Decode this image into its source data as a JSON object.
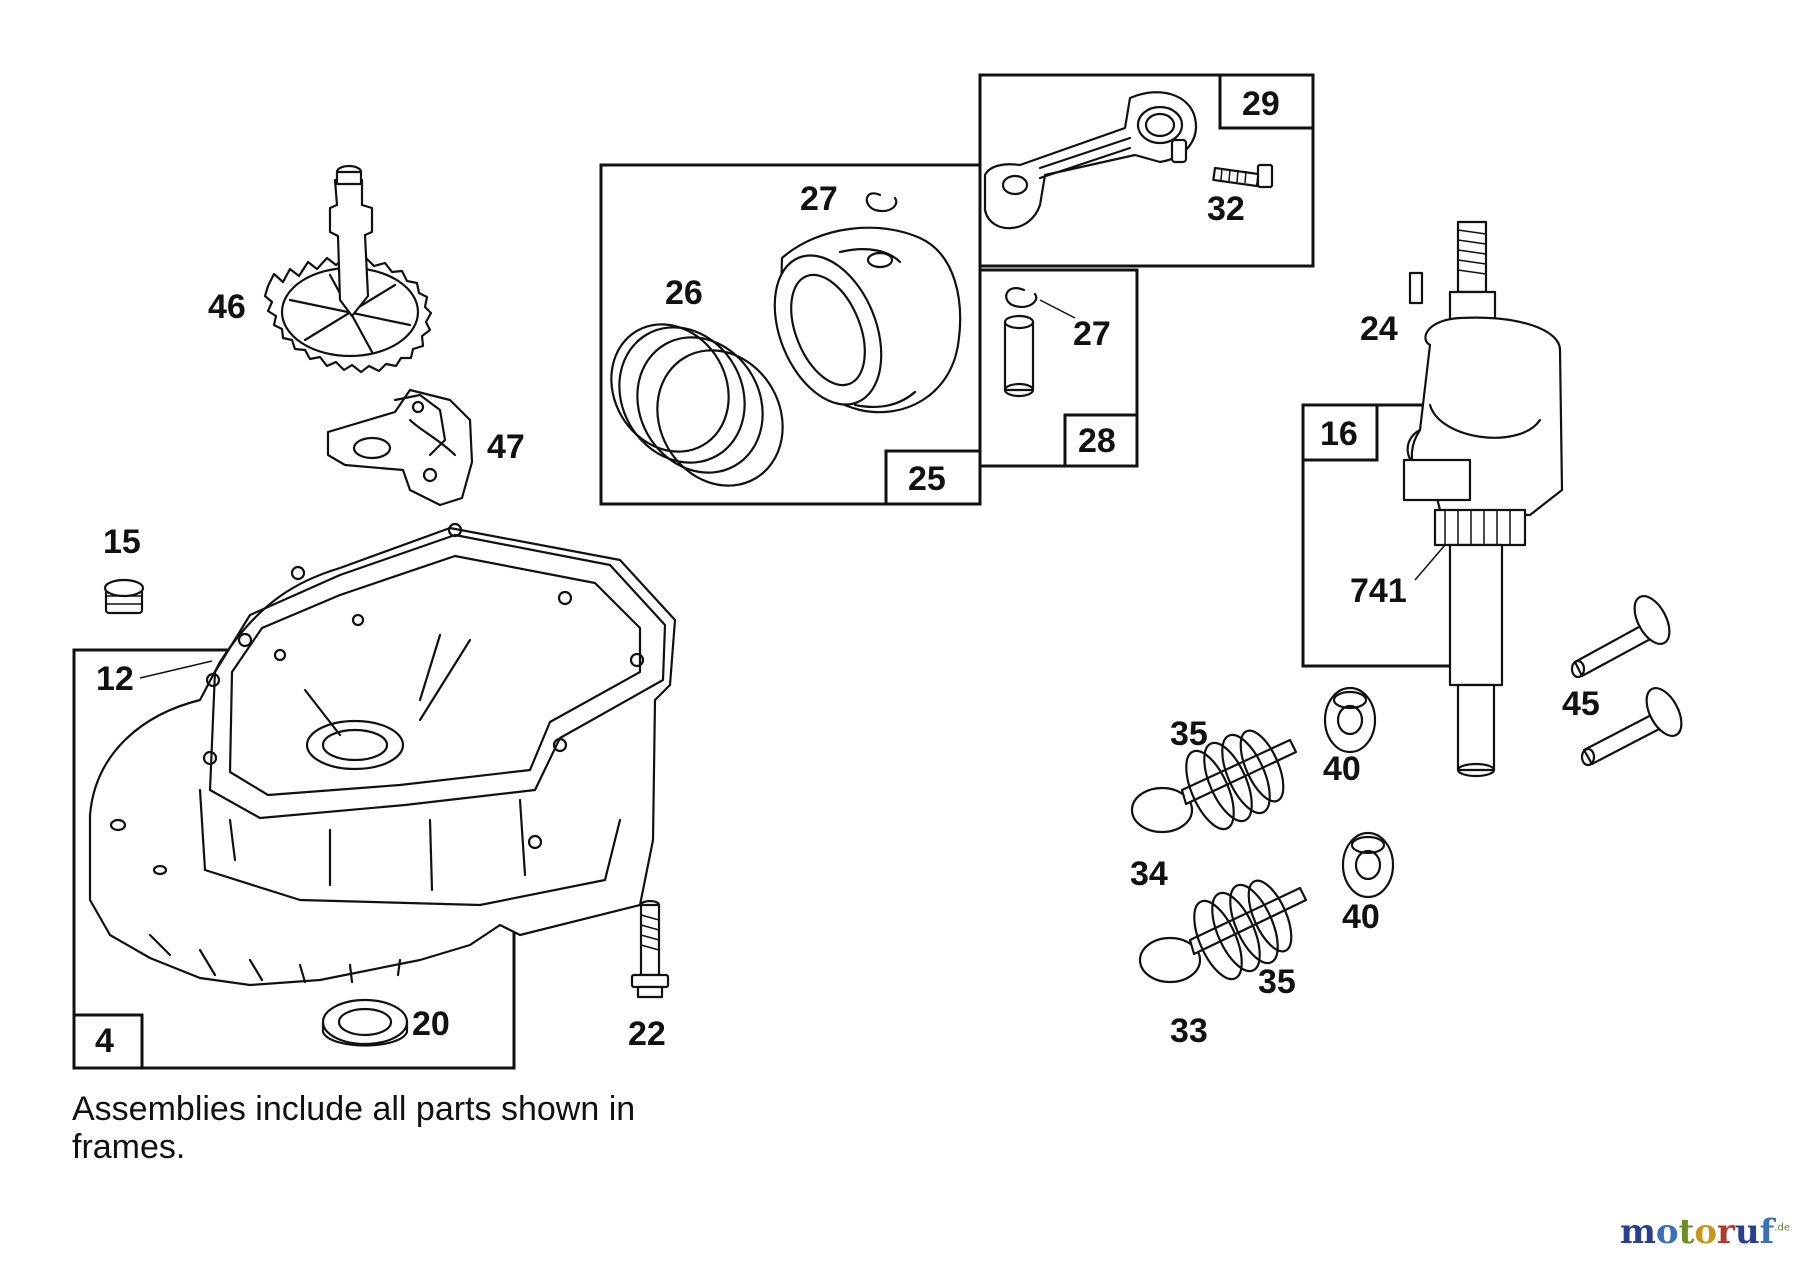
{
  "labels": {
    "p4": "4",
    "p12": "12",
    "p15": "15",
    "p16": "16",
    "p20": "20",
    "p22": "22",
    "p24": "24",
    "p25": "25",
    "p26": "26",
    "p27a": "27",
    "p27b": "27",
    "p28": "28",
    "p29": "29",
    "p32": "32",
    "p33": "33",
    "p34": "34",
    "p35a": "35",
    "p35b": "35",
    "p40a": "40",
    "p40b": "40",
    "p45": "45",
    "p46": "46",
    "p47": "47",
    "p741": "741"
  },
  "note": {
    "line1": "Assemblies include all parts shown in",
    "line2": "frames."
  },
  "watermark": {
    "letters": [
      "m",
      "o",
      "t",
      "o",
      "r",
      "u",
      "f"
    ],
    "colors": [
      "#2a3f8f",
      "#3b6fb6",
      "#6b8e23",
      "#c8961e",
      "#b03a2e",
      "#2a3f8f",
      "#3b6fb6"
    ],
    "suffix": ".de"
  }
}
